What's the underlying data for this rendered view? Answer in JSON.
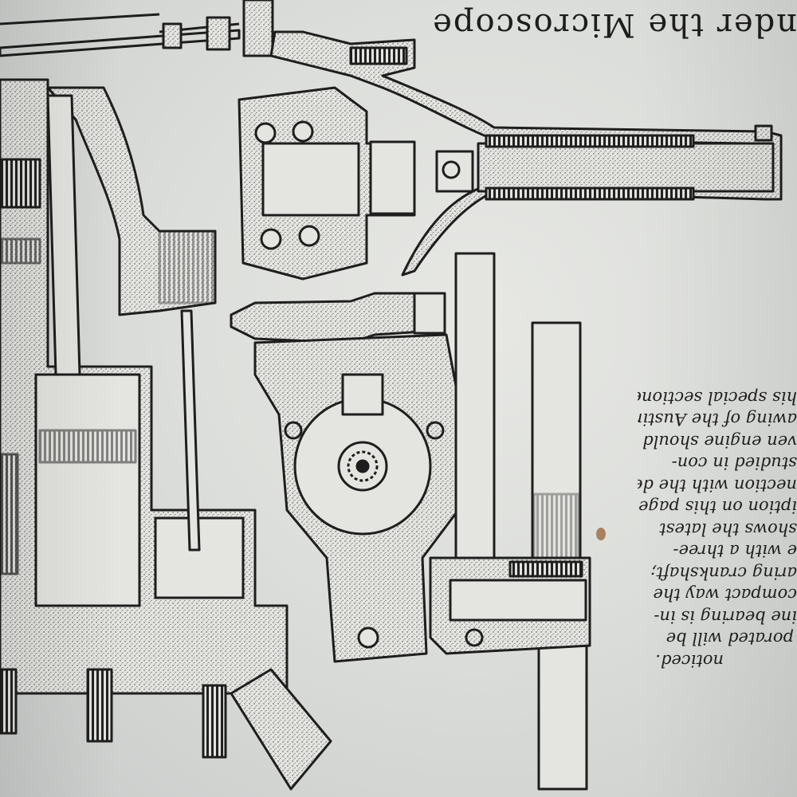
{
  "page": {
    "heading": "nder the Microscope",
    "caption_lines": [
      "noticed.",
      "porated will be",
      "ine bearing is in-",
      "compact way the",
      "aring crankshaft;",
      "e with a three-",
      "shows the latest",
      "iption on this page.",
      "nection with the de-",
      "studied in con-",
      "ven engine should",
      "awing of the Austin",
      "his special sectioned"
    ]
  },
  "colors": {
    "paper": "#dcdedb",
    "ink": "#1e1e1e",
    "stain": "#9a6a3f"
  }
}
